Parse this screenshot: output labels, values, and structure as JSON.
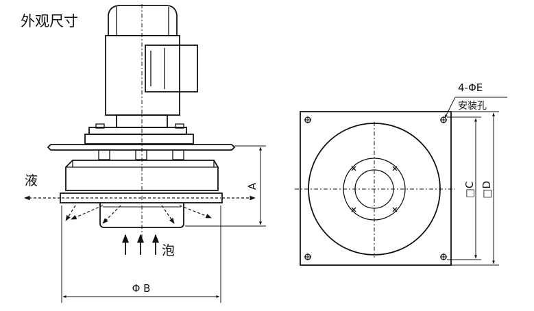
{
  "title": "外观尺寸",
  "labels": {
    "liquid": "液",
    "foam": "泡",
    "dim_a": "A",
    "dim_b": "Φ B",
    "dim_c": "□C",
    "dim_d": "□D",
    "holes": "4-ΦE",
    "holes_note": "安装孔"
  }
}
